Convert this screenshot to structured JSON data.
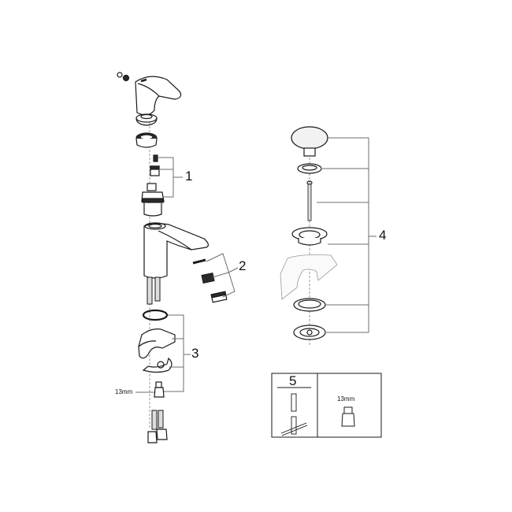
{
  "diagram": {
    "type": "exploded-parts-view",
    "subject": "Basin mixer faucet spare parts",
    "callouts": [
      {
        "id": "1",
        "label": "1",
        "part": "cartridge assembly (screw, nut, cartridge)"
      },
      {
        "id": "2",
        "label": "2",
        "part": "aerator set (seal, insert, aerator)"
      },
      {
        "id": "3",
        "label": "3",
        "part": "mounting set (o-ring, mounting bracket, horseshoe washer, threaded stud)"
      },
      {
        "id": "4",
        "label": "4",
        "part": "pop-up waste set (plug, seal, rod, flange, gasket, body)"
      },
      {
        "id": "5",
        "label": "5",
        "part": "service key / tool"
      }
    ],
    "dimension_labels": {
      "stud_wrench": "13mm",
      "tool_box_wrench": "13mm"
    },
    "colors": {
      "line": "#1a1a1a",
      "leader": "#6e6e6e",
      "fill_light": "#f2f2f2",
      "fill_dark": "#2b2b2b",
      "background": "#ffffff"
    }
  }
}
